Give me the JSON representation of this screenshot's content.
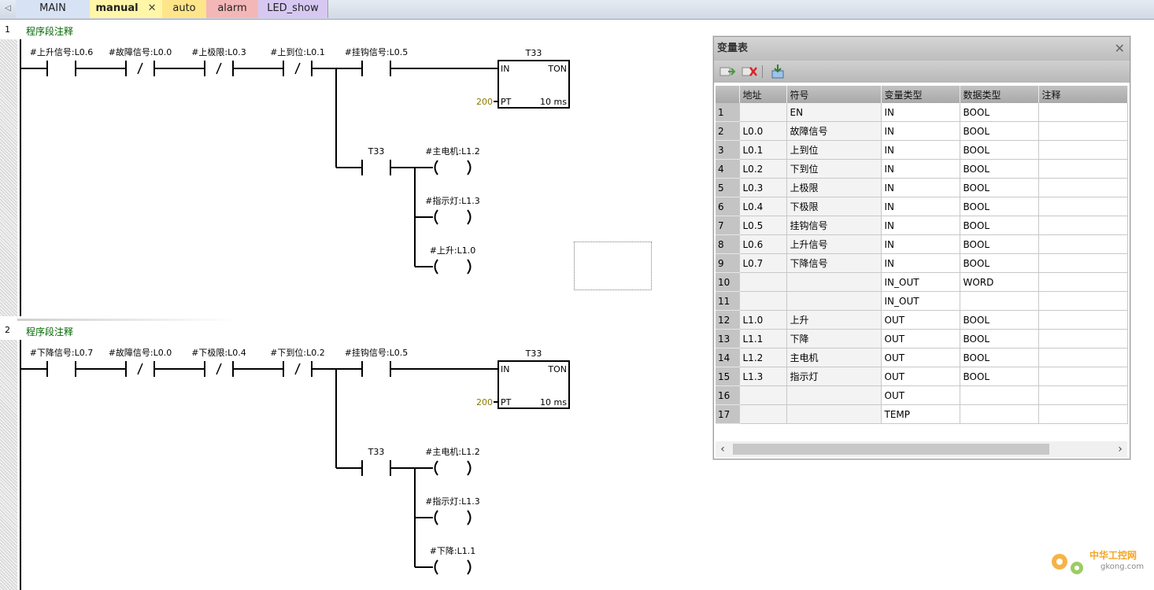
{
  "tabs": [
    {
      "label": "MAIN",
      "color": "#d7e2f4"
    },
    {
      "label": "manual",
      "color": "#fff6a8",
      "active": true
    },
    {
      "label": "auto",
      "color": "#ffe58a"
    },
    {
      "label": "alarm",
      "color": "#f4b7b7"
    },
    {
      "label": "LED_show",
      "color": "#d6c8f2"
    }
  ],
  "tab_close_glyph": "✕",
  "networks": [
    {
      "number": "1",
      "comment": "程序段注释",
      "contacts": [
        {
          "label": "#上升信号:L0.6",
          "type": "NO"
        },
        {
          "label": "#故障信号:L0.0",
          "type": "NC"
        },
        {
          "label": "#上极限:L0.3",
          "type": "NC"
        },
        {
          "label": "#上到位:L0.1",
          "type": "NC"
        },
        {
          "label": "#挂钩信号:L0.5",
          "type": "NO"
        }
      ],
      "timer": {
        "name": "T33",
        "type": "TON",
        "in": "IN",
        "pt": "PT",
        "preset": "200",
        "base": "10 ms"
      },
      "branch_contact": "T33",
      "coils": [
        "#主电机:L1.2",
        "#指示灯:L1.3",
        "#上升:L1.0"
      ]
    },
    {
      "number": "2",
      "comment": "程序段注释",
      "contacts": [
        {
          "label": "#下降信号:L0.7",
          "type": "NO"
        },
        {
          "label": "#故障信号:L0.0",
          "type": "NC"
        },
        {
          "label": "#下极限:L0.4",
          "type": "NC"
        },
        {
          "label": "#下到位:L0.2",
          "type": "NC"
        },
        {
          "label": "#挂钩信号:L0.5",
          "type": "NO"
        }
      ],
      "timer": {
        "name": "T33",
        "type": "TON",
        "in": "IN",
        "pt": "PT",
        "preset": "200",
        "base": "10 ms"
      },
      "branch_contact": "T33",
      "coils": [
        "#主电机:L1.2",
        "#指示灯:L1.3",
        "#下降:L1.1"
      ]
    }
  ],
  "var_table": {
    "title": "变量表",
    "close": "✕",
    "columns": [
      "",
      "地址",
      "符号",
      "变量类型",
      "数据类型",
      "注释"
    ],
    "rows": [
      [
        "1",
        "",
        "EN",
        "IN",
        "BOOL",
        ""
      ],
      [
        "2",
        "L0.0",
        "故障信号",
        "IN",
        "BOOL",
        ""
      ],
      [
        "3",
        "L0.1",
        "上到位",
        "IN",
        "BOOL",
        ""
      ],
      [
        "4",
        "L0.2",
        "下到位",
        "IN",
        "BOOL",
        ""
      ],
      [
        "5",
        "L0.3",
        "上极限",
        "IN",
        "BOOL",
        ""
      ],
      [
        "6",
        "L0.4",
        "下极限",
        "IN",
        "BOOL",
        ""
      ],
      [
        "7",
        "L0.5",
        "挂钩信号",
        "IN",
        "BOOL",
        ""
      ],
      [
        "8",
        "L0.6",
        "上升信号",
        "IN",
        "BOOL",
        ""
      ],
      [
        "9",
        "L0.7",
        "下降信号",
        "IN",
        "BOOL",
        ""
      ],
      [
        "10",
        "",
        "",
        "IN_OUT",
        "WORD",
        ""
      ],
      [
        "11",
        "",
        "",
        "IN_OUT",
        "",
        ""
      ],
      [
        "12",
        "L1.0",
        "上升",
        "OUT",
        "BOOL",
        ""
      ],
      [
        "13",
        "L1.1",
        "下降",
        "OUT",
        "BOOL",
        ""
      ],
      [
        "14",
        "L1.2",
        "主电机",
        "OUT",
        "BOOL",
        ""
      ],
      [
        "15",
        "L1.3",
        "指示灯",
        "OUT",
        "BOOL",
        ""
      ],
      [
        "16",
        "",
        "",
        "OUT",
        "",
        ""
      ],
      [
        "17",
        "",
        "",
        "TEMP",
        "",
        ""
      ]
    ],
    "scroll_left": "‹",
    "scroll_right": "›"
  },
  "watermark": {
    "brand": "中华工控网",
    "domain": "gkong.com"
  },
  "colors": {
    "comment": "#006600",
    "preset": "#8a7a00",
    "wire": "#000000"
  }
}
